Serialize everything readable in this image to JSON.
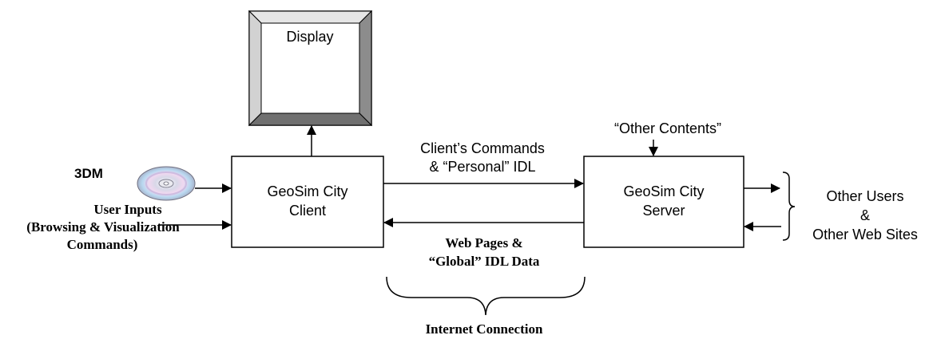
{
  "display": {
    "label": "Display"
  },
  "client": {
    "line1": "GeoSim City",
    "line2": "Client"
  },
  "server": {
    "line1": "GeoSim City",
    "line2": "Server"
  },
  "commands": {
    "line1": "Client’s Commands",
    "line2": "& “Personal” IDL"
  },
  "web_pages": {
    "line1": "Web Pages &",
    "line2": "“Global” IDL Data"
  },
  "internet": {
    "label": "Internet Connection"
  },
  "other_contents": {
    "label": "“Other Contents”"
  },
  "dm": {
    "label": "3DM"
  },
  "user_inputs": {
    "line1": "User Inputs",
    "line2": "(Browsing & Visualization",
    "line3": "Commands)"
  },
  "other_users": {
    "line1": "Other Users",
    "line2": "&",
    "line3": "Other Web Sites"
  }
}
